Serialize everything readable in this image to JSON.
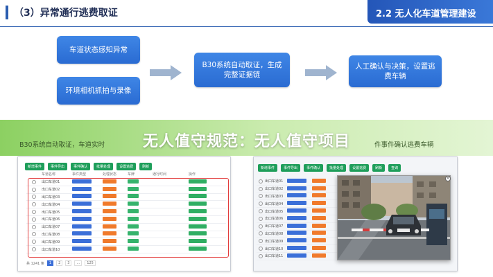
{
  "header": {
    "section_title": "（3）异常通行逃费取证",
    "badge": "2.2 无人化车道管理建设"
  },
  "flow": {
    "box1": "车道状态感知异常",
    "box2": "环境相机抓拍与录像",
    "box3": "B30系统自动取证，生成完整证据链",
    "box4": "人工确认与决策，设置逃费车辆"
  },
  "banner": {
    "title": "无人值守规范：无人值守项目",
    "left_sub": "B30系统自动取证，车道实时",
    "right_sub": "件事件确认逃费车辆"
  },
  "screen1": {
    "toolbar": [
      "新增事件",
      "事件导出",
      "事件确认",
      "批量处理",
      "设置逃费",
      "刷新"
    ],
    "columns": [
      "车道名称",
      "事件类型",
      "处理状态",
      "车牌",
      "通行时间",
      "操作"
    ],
    "row_names": [
      "出口车道01",
      "出口车道02",
      "出口车道03",
      "出口车道04",
      "出口车道05",
      "出口车道06",
      "出口车道07",
      "出口车道08",
      "出口车道09",
      "出口车道10"
    ],
    "pager": {
      "total": "共 1241 条",
      "pages": [
        "1",
        "2",
        "3",
        "...",
        "125"
      ],
      "current": "1"
    }
  },
  "screen2": {
    "toolbar": [
      "新增事件",
      "事件导出",
      "事件确认",
      "批量处理",
      "设置逃费",
      "刷新",
      "查询"
    ],
    "row_names": [
      "出口车道01",
      "出口车道02",
      "出口车道03",
      "出口车道04",
      "出口车道05",
      "出口车道06",
      "出口车道07",
      "出口车道08",
      "出口车道09",
      "出口车道10",
      "出口车道11"
    ],
    "modal_close": "×"
  },
  "colors": {
    "accent": "#2a5db0",
    "flow_box": "#3377dd",
    "banner": "#8ccf5a",
    "highlight": "#e23b3b"
  }
}
